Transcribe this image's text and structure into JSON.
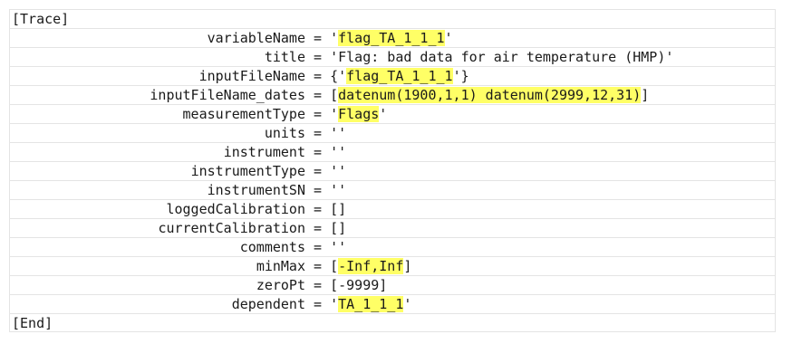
{
  "section_start": "[Trace]",
  "section_end": "[End]",
  "fields": [
    {
      "key": "variableName",
      "pre": "'",
      "hl": "flag_TA_1_1_1",
      "post": "'"
    },
    {
      "key": "title",
      "pre": "'Flag: bad data for air temperature (HMP)'",
      "hl": "",
      "post": ""
    },
    {
      "key": "inputFileName",
      "pre": "{'",
      "hl": "flag_TA_1_1_1",
      "post": "'}"
    },
    {
      "key": "inputFileName_dates",
      "pre": "[",
      "hl": "datenum(1900,1,1) datenum(2999,12,31)",
      "post": "]"
    },
    {
      "key": "measurementType",
      "pre": "'",
      "hl": "Flags",
      "post": "'"
    },
    {
      "key": "units",
      "pre": "''",
      "hl": "",
      "post": ""
    },
    {
      "key": "instrument",
      "pre": "''",
      "hl": "",
      "post": ""
    },
    {
      "key": "instrumentType",
      "pre": "''",
      "hl": "",
      "post": ""
    },
    {
      "key": "instrumentSN",
      "pre": "''",
      "hl": "",
      "post": ""
    },
    {
      "key": "loggedCalibration",
      "pre": "[]",
      "hl": "",
      "post": ""
    },
    {
      "key": "currentCalibration",
      "pre": "[]",
      "hl": "",
      "post": ""
    },
    {
      "key": "comments",
      "pre": "''",
      "hl": "",
      "post": ""
    },
    {
      "key": "minMax",
      "pre": "[",
      "hl": "-Inf,Inf",
      "post": "]"
    },
    {
      "key": "zeroPt",
      "pre": "[-9999]",
      "hl": "",
      "post": ""
    },
    {
      "key": "dependent",
      "pre": "'",
      "hl": "TA_1_1_1",
      "post": "'"
    }
  ],
  "colors": {
    "highlight": "#ffff66",
    "border": "#e4e4e4",
    "text": "#1a1a1a"
  }
}
